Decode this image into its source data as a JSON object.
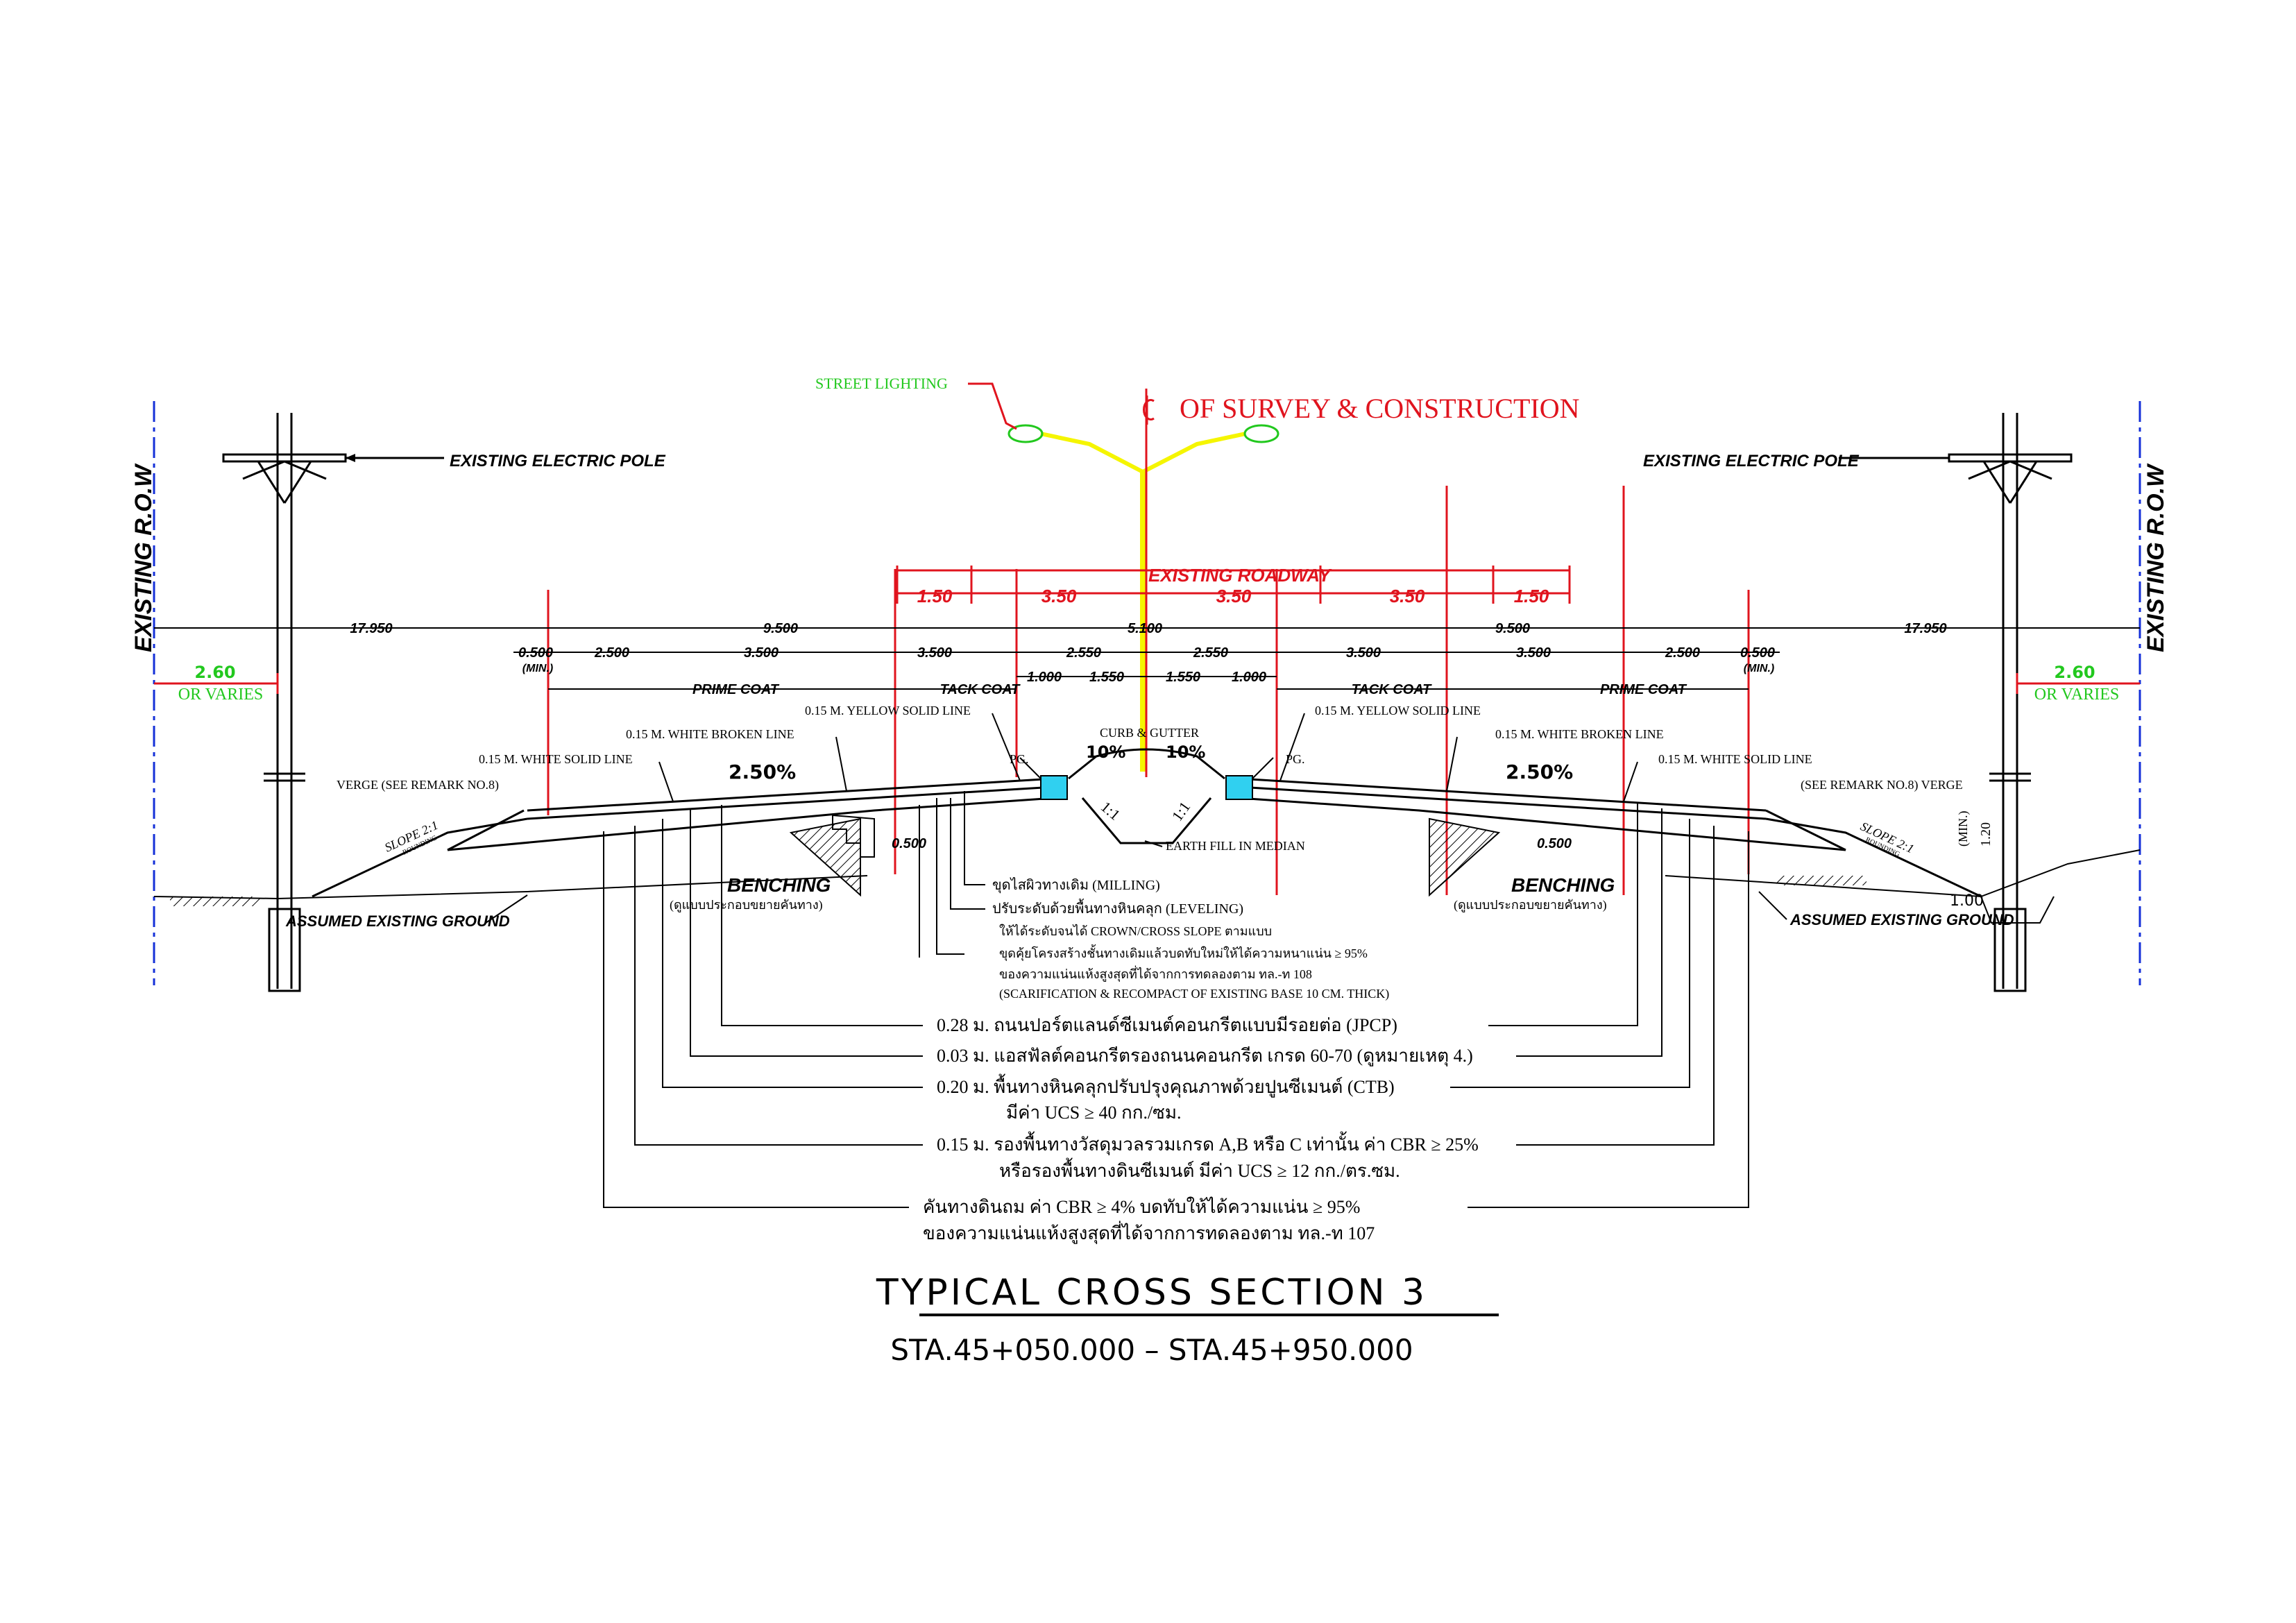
{
  "colors": {
    "line": "#000000",
    "red": "#e0141e",
    "blue": "#1530d8",
    "green": "#22c81e",
    "yellow": "#f5f500",
    "cyan": "#30d0f0"
  },
  "header": {
    "centerline_label": "OF SURVEY & CONSTRUCTION",
    "street_lighting": "STREET LIGHTING",
    "existing_roadway": "EXISTING ROADWAY"
  },
  "left": {
    "row_label": "EXISTING R.O.W",
    "pole_label": "EXISTING ELECTRIC POLE",
    "row_width": "2.60",
    "or_varies": "OR VARIES",
    "assumed_ground": "ASSUMED EXISTING GROUND",
    "verge": "VERGE (SEE REMARK NO.8)",
    "slope": "SLOPE 2:1",
    "slope_sub": "ROUNDING",
    "benching": "BENCHING",
    "benching_note": "(ดูแบบประกอบขยายคันทาง)"
  },
  "right": {
    "row_label": "EXISTING R.O.W",
    "pole_label": "EXISTING ELECTRIC POLE",
    "row_width": "2.60",
    "or_varies": "OR VARIES",
    "assumed_ground": "ASSUMED EXISTING GROUND",
    "verge": "(SEE REMARK NO.8)  VERGE",
    "slope": "SLOPE 2:1",
    "slope_sub": "ROUNDING",
    "benching": "BENCHING",
    "benching_note": "(ดูแบบประกอบขยายคันทาง)",
    "min_height": "1.20",
    "min_label": "(MIN.)",
    "ditch_width": "1.00"
  },
  "roadway_dims": [
    "1.50",
    "3.50",
    "3.50",
    "3.50",
    "1.50"
  ],
  "dims_row1": [
    "17.950",
    "9.500",
    "5.100",
    "9.500",
    "17.950"
  ],
  "dims_row2": [
    "0.500",
    "2.500",
    "3.500",
    "3.500",
    "2.550",
    "2.550",
    "3.500",
    "3.500",
    "2.500",
    "0.500"
  ],
  "min_tag": "(MIN.)",
  "dims_row3": [
    "1.000",
    "1.550",
    "1.550",
    "1.000"
  ],
  "coats": {
    "prime": "PRIME COAT",
    "tack": "TACK COAT"
  },
  "lines": {
    "yellow_solid": "0.15 M. YELLOW SOLID LINE",
    "white_broken": "0.15 M. WHITE BROKEN LINE",
    "white_solid": "0.15 M. WHITE SOLID LINE",
    "pg": "PG.",
    "curb_gutter": "CURB & GUTTER",
    "earth_fill": "EARTH FILL IN MEDIAN",
    "slope_pct": "2.50%",
    "median_pct": "10%",
    "ratio": "1:1",
    "offset": "0.500"
  },
  "notes": {
    "milling": "ขุดไสผิวทางเดิม (MILLING)",
    "leveling_1": "ปรับระดับด้วยพื้นทางหินคลุก (LEVELING)",
    "leveling_2": "ให้ได้ระดับจนได้ CROWN/CROSS SLOPE ตามแบบ",
    "scar_1": "ขุดคุ้ยโครงสร้างชั้นทางเดิมแล้วบดทับใหม่ให้ได้ความหนาแน่น ≥ 95%",
    "scar_2": "ของความแน่นแห้งสูงสุดที่ได้จากการทดลองตาม ทล.-ท 108",
    "scar_3": "(SCARIFICATION & RECOMPACT OF EXISTING BASE 10 CM. THICK)"
  },
  "layers": {
    "l1": "0.28 ม. ถนนปอร์ตแลนด์ซีเมนต์คอนกรีตแบบมีรอยต่อ (JPCP)",
    "l2": "0.03 ม.  แอสฟัลต์คอนกรีตรองถนนคอนกรีต เกรด 60-70 (ดูหมายเหตุ 4.)",
    "l3a": "0.20 ม.  พื้นทางหินคลุกปรับปรุงคุณภาพด้วยปูนซีเมนต์ (CTB)",
    "l3b": "มีค่า UCS ≥ 40 กก./ซม.",
    "l4a": "0.15 ม. รองพื้นทางวัสดุมวลรวมเกรด A,B หรือ C เท่านั้น ค่า CBR ≥ 25%",
    "l4b": "หรือรองพื้นทางดินซีเมนต์ มีค่า  UCS ≥ 12 กก./ตร.ซม.",
    "l5a": "คันทางดินถม ค่า CBR ≥ 4% บดทับให้ได้ความแน่น ≥ 95%",
    "l5b": "ของความแน่นแห้งสูงสุดที่ได้จากการทดลองตาม ทล.-ท 107"
  },
  "title": "TYPICAL CROSS SECTION 3",
  "station": "STA.45+050.000  –  STA.45+950.000"
}
